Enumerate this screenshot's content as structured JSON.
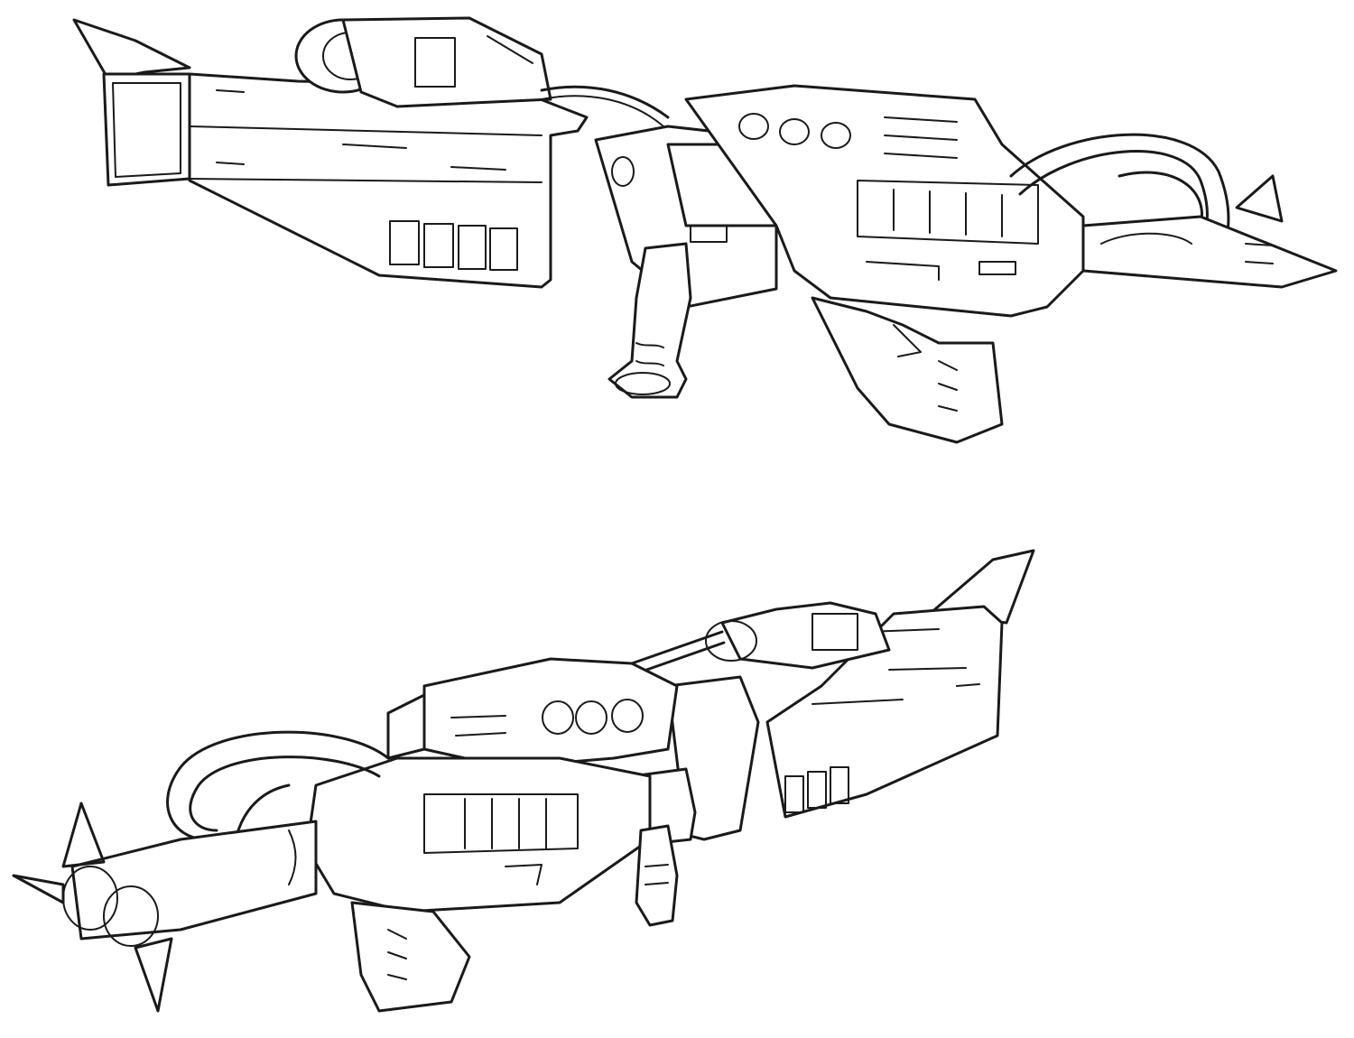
{
  "scene": {
    "background_color": "#ffffff",
    "ink_color": "#1a1a1a",
    "subjects": [
      {
        "id": "upper-rifle",
        "view": "side-profile",
        "facing": "left"
      },
      {
        "id": "lower-rifle",
        "view": "three-quarter",
        "facing": "right"
      }
    ]
  }
}
